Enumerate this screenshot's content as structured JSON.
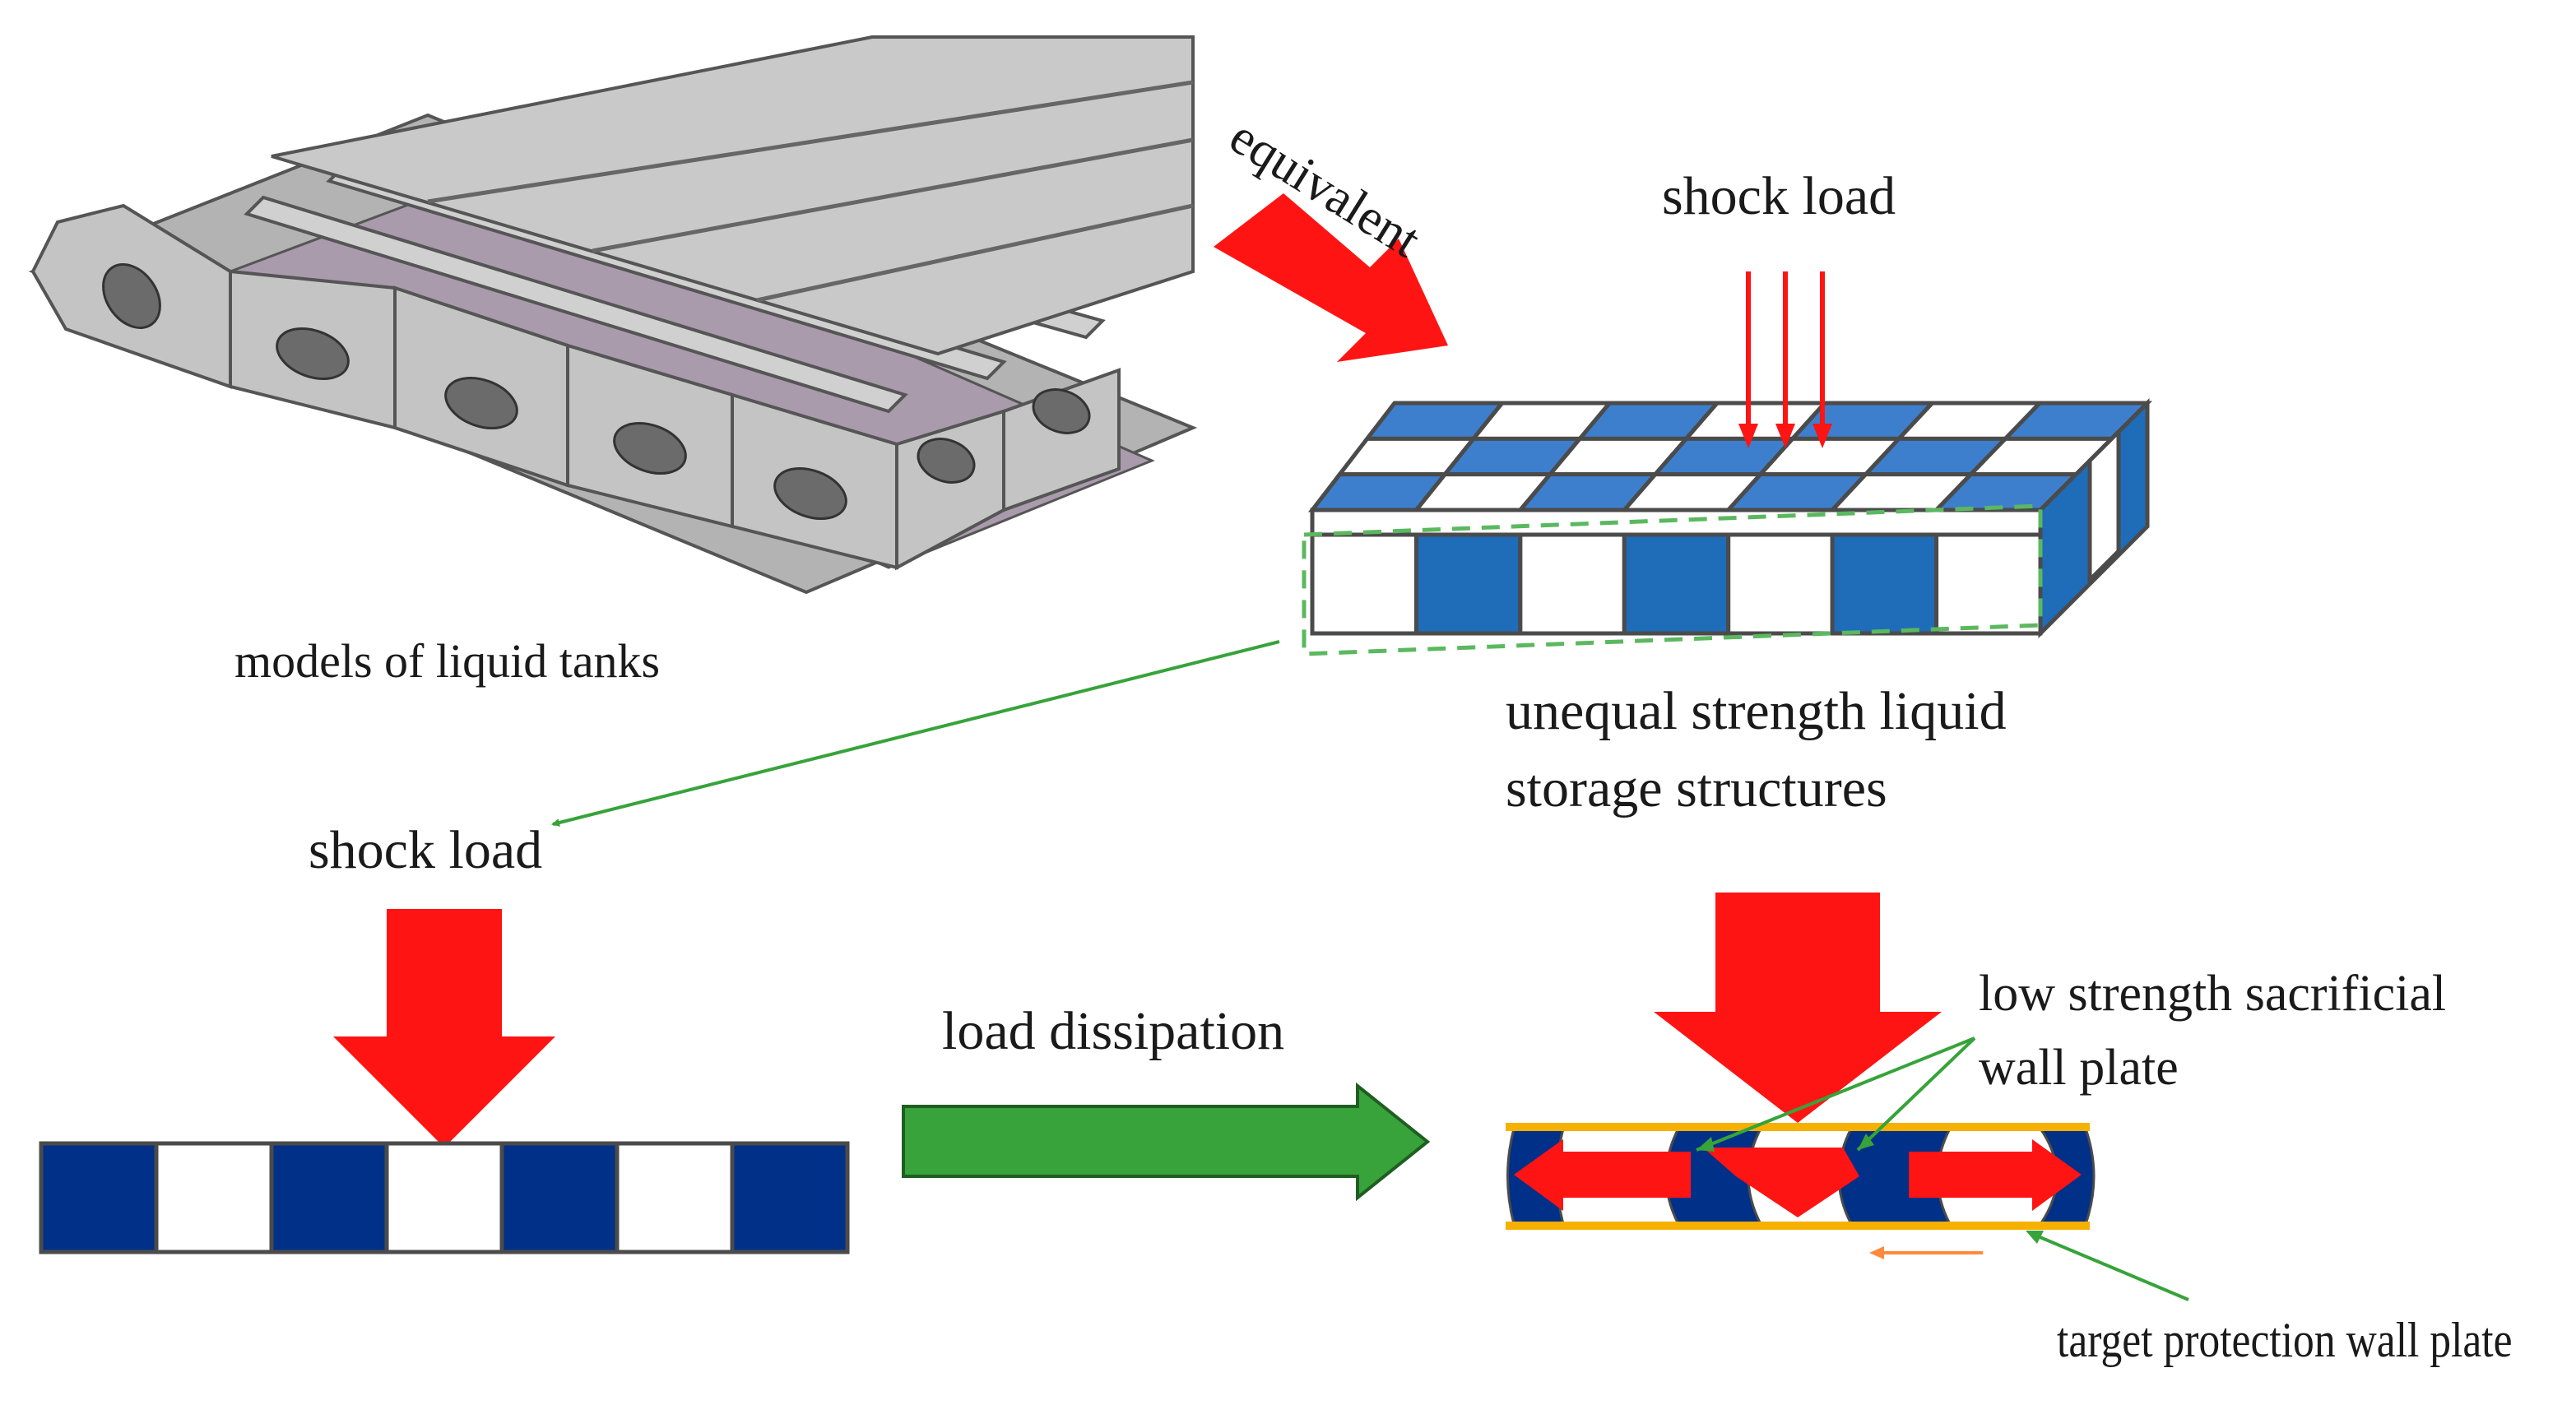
{
  "labels": {
    "equivalent": "equivalent",
    "shock_load_top": "shock load",
    "models_caption": "models of liquid tanks",
    "structure_caption_line1": "unequal strength liquid",
    "structure_caption_line2": "storage structures",
    "shock_load_left": "shock load",
    "load_dissipation": "load dissipation",
    "sacrificial_line1": "low strength sacrificial",
    "sacrificial_line2": "wall plate",
    "target_protection": "target protection wall plate"
  },
  "colors": {
    "red_arrow": "#ff1414",
    "green_arrow": "#37a33a",
    "dark_blue": "#003087",
    "mid_blue": "#1f6cb8",
    "light_blue": "#3d7fcc",
    "cell_border": "#4b4b4b",
    "dash_green": "#5bb85f",
    "orange_plate": "#f5b000",
    "tank_grey": "#c9c9c9",
    "tank_purple": "#a89aab"
  }
}
